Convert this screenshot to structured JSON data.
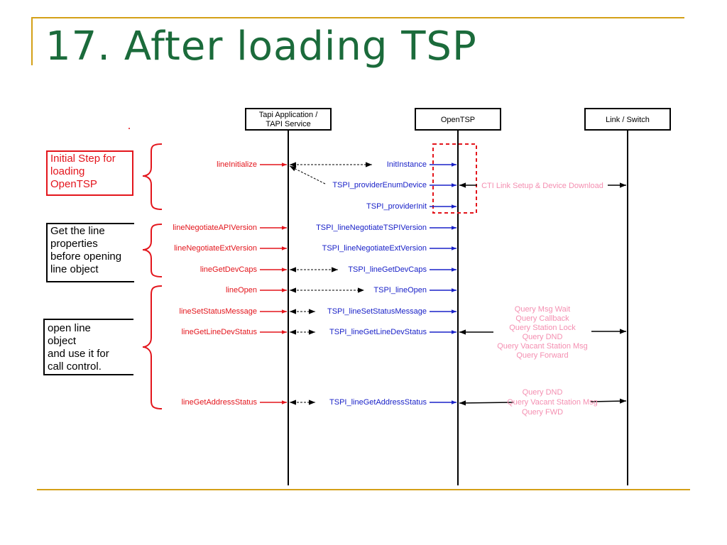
{
  "title": "17. After loading TSP",
  "colors": {
    "title": "#1b6b3b",
    "rule": "#d4a017",
    "app_call": "#e3151c",
    "tsp_call": "#1a22c8",
    "switch_text": "#f48fb1",
    "lifeline": "#000000",
    "highlight_box": "#e3151c"
  },
  "participants": [
    {
      "id": "app",
      "label_line1": "Tapi Application /",
      "label_line2": "TAPI Service"
    },
    {
      "id": "tsp",
      "label_line1": "OpenTSP",
      "label_line2": ""
    },
    {
      "id": "switch",
      "label_line1": "Link / Switch",
      "label_line2": ""
    }
  ],
  "steps": [
    {
      "text": "Initial Step for\nloading\nOpenTSP"
    },
    {
      "text": "Get the line\nproperties\nbefore opening\nline object"
    },
    {
      "text": "open line\nobject\nand use it for\ncall control."
    }
  ],
  "messages": [
    {
      "app": "lineInitialize",
      "tsp": "InitInstance"
    },
    {
      "app": "",
      "tsp": "TSPI_providerEnumDevice"
    },
    {
      "app": "",
      "tsp": "TSPI_providerInit"
    },
    {
      "app": "lineNegotiateAPIVersion",
      "tsp": "TSPI_lineNegotiateTSPIVersion"
    },
    {
      "app": "lineNegotiateExtVersion",
      "tsp": "TSPI_lineNegotiateExtVersion"
    },
    {
      "app": "lineGetDevCaps",
      "tsp": "TSPI_lineGetDevCaps"
    },
    {
      "app": "lineOpen",
      "tsp": "TSPI_lineOpen"
    },
    {
      "app": "lineSetStatusMessage",
      "tsp": "TSPI_lineSetStatusMessage"
    },
    {
      "app": "lineGetLineDevStatus",
      "tsp": "TSPI_lineGetLineDevStatus"
    },
    {
      "app": "lineGetAddressStatus",
      "tsp": "TSPI_lineGetAddressStatus"
    }
  ],
  "switch_notes": {
    "link_setup": "CTI Link Setup & Device Download",
    "line_status_queries": [
      "Query Msg Wait",
      "Query Callback",
      "Query Station Lock",
      "Query DND",
      "Query Vacant Station Msg",
      "Query Forward"
    ],
    "address_status_queries": [
      "Query DND",
      "Query Vacant Station Msg",
      "Query FWD"
    ]
  }
}
